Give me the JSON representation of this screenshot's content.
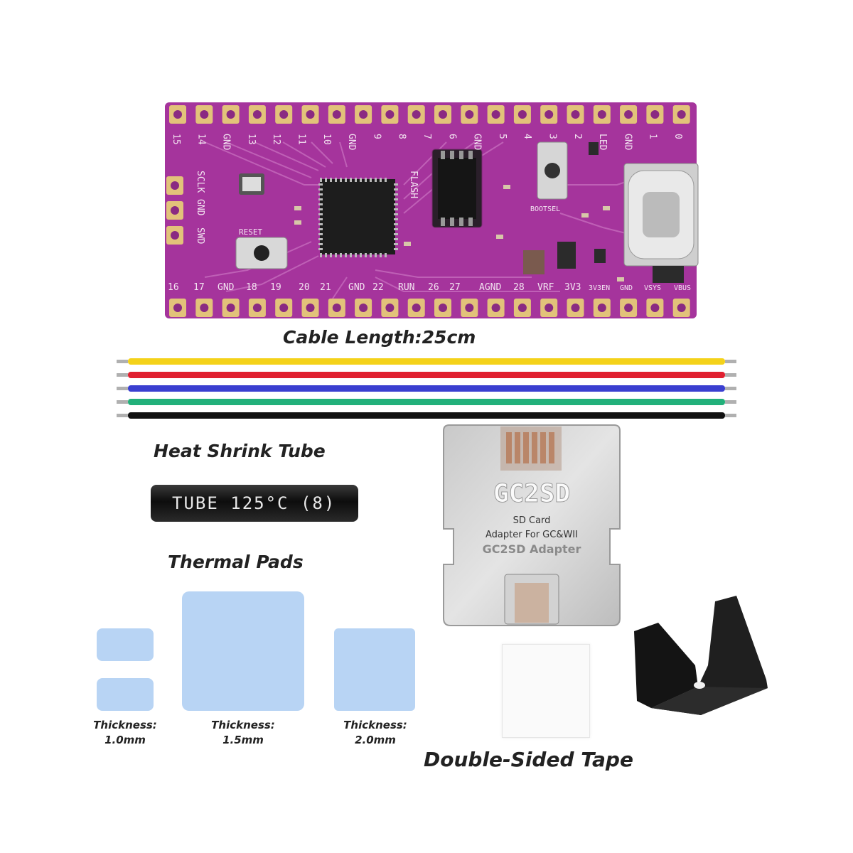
{
  "board": {
    "top_pins": [
      "15",
      "14",
      "GND",
      "13",
      "12",
      "11",
      "10",
      "GND",
      "9",
      "8",
      "7",
      "6",
      "GND",
      "5",
      "4",
      "3",
      "2",
      "LED",
      "GND",
      "1",
      "0"
    ],
    "bottom_pins": [
      "16",
      "17",
      "GND",
      "18",
      "19",
      "20",
      "21",
      "GND",
      "22",
      "RUN",
      "26",
      "27",
      "AGND",
      "28",
      "VRF",
      "3V3",
      "3V3EN",
      "GND",
      "VSYS",
      "VBUS"
    ],
    "side_pins": [
      "SCLK",
      "GND",
      "SWD"
    ],
    "flash_label": "FLASH",
    "reset_label": "RESET",
    "bootsel_label": "BOOTSEL"
  },
  "labels": {
    "cable": "Cable Length:25cm",
    "heat_shrink": "Heat Shrink Tube",
    "tube_print": "TUBE 125°C (8)",
    "thermal": "Thermal Pads",
    "tape": "Double-Sided Tape"
  },
  "pads": [
    {
      "line1": "Thickness:",
      "line2": "1.0mm"
    },
    {
      "line1": "Thickness:",
      "line2": "1.5mm"
    },
    {
      "line1": "Thickness:",
      "line2": "2.0mm"
    }
  ],
  "card": {
    "brand": "GC2SD",
    "line1": "SD Card",
    "line2": "Adapter For GC&WII",
    "line3": "GC2SD Adapter"
  },
  "colors": {
    "pcb": "#a5349c",
    "wires": [
      "#f4d21a",
      "#e02030",
      "#3a3fd0",
      "#22b07a",
      "#111111"
    ],
    "pad": "#b8d4f4"
  }
}
